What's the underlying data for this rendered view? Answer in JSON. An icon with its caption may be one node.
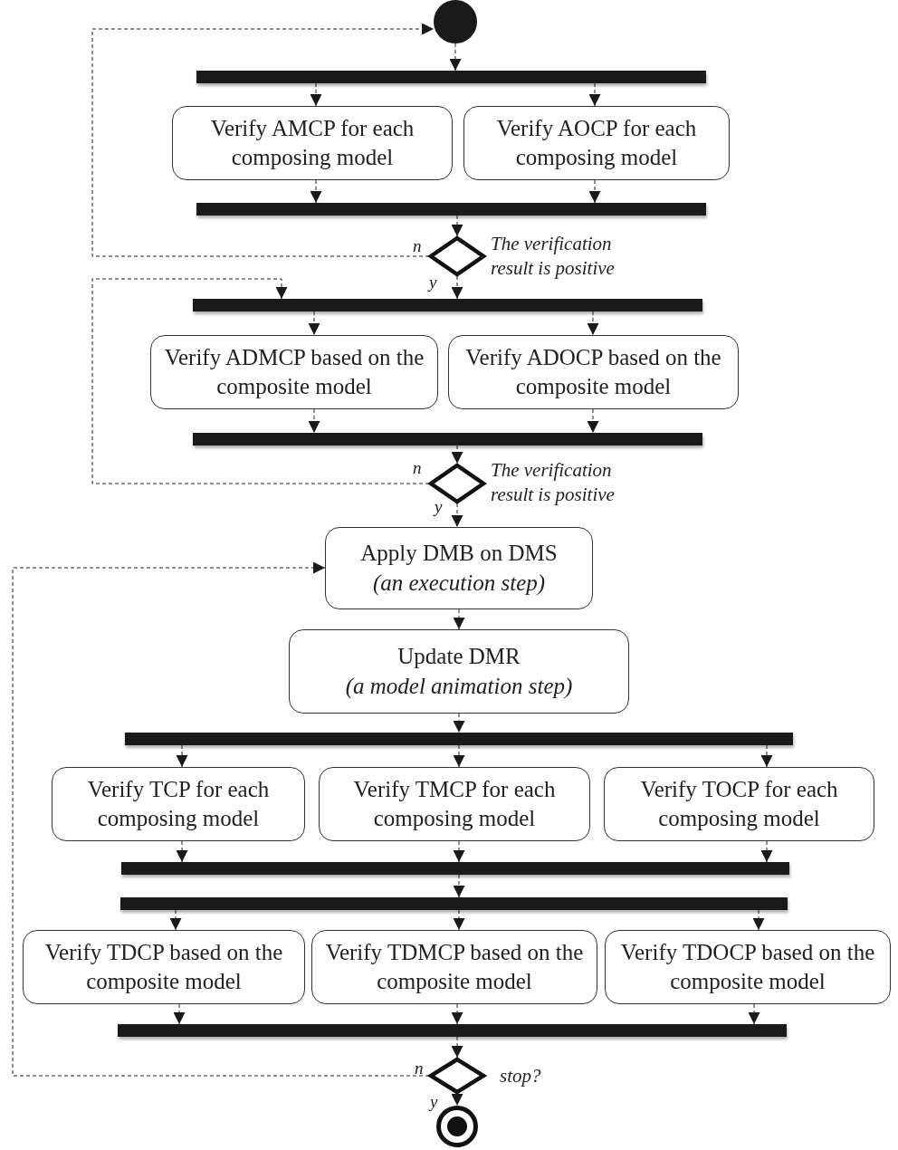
{
  "diagram": {
    "nodes": [
      {
        "text": [],
        "shape": "circle"
      },
      {
        "text": [],
        "shape": "bar"
      },
      {
        "text": [
          "Verify AMCP for each composing model"
        ]
      },
      {
        "text": [
          "Verify AOCP for each composing model"
        ]
      },
      {
        "text": [],
        "shape": "bar"
      },
      {
        "text": [],
        "shape": "diamond",
        "beside": [
          "The verification result is positive"
        ]
      },
      {
        "text": [],
        "shape": "bar"
      },
      {
        "text": [
          "Verify ADMCP based on the composite model"
        ]
      },
      {
        "text": [
          "Verify ADOCP based on the composite model"
        ]
      },
      {
        "text": [],
        "shape": "bar"
      },
      {
        "text": [],
        "shape": "diamond",
        "beside": [
          "The verification result is positive"
        ]
      },
      {
        "text": [
          "Apply DMB on DMS",
          "(an execution step)"
        ]
      },
      {
        "text": [
          "Update DMR",
          "(a model animation step)"
        ]
      },
      {
        "text": [],
        "shape": "bar"
      },
      {
        "text": [
          "Verify TCP for each composing model"
        ]
      },
      {
        "text": [
          "Verify TMCP for each composing model"
        ]
      },
      {
        "text": [
          "Verify TOCP for each composing model"
        ]
      },
      {
        "text": [],
        "shape": "bar"
      },
      {
        "text": [],
        "shape": "bar"
      },
      {
        "text": [
          "Verify TDCP based on the composite model"
        ]
      },
      {
        "text": [
          "Verify TDMCP based on the composite model"
        ]
      },
      {
        "text": [
          "Verify TDOCP based on the composite model"
        ]
      },
      {
        "text": [],
        "shape": "bar"
      },
      {
        "text": [],
        "shape": "diamond",
        "beside": [
          "stop?"
        ]
      },
      {
        "text": [],
        "shape": "circle"
      }
    ],
    "edges": [
      {
        "from": 0,
        "to": 1,
        "arrow": "to"
      },
      {
        "from": 1,
        "to": 2,
        "arrow": "to"
      },
      {
        "from": 1,
        "to": 3,
        "arrow": "to"
      },
      {
        "from": 2,
        "to": 4,
        "arrow": "to"
      },
      {
        "from": 3,
        "to": 4,
        "arrow": "to"
      },
      {
        "from": 4,
        "to": 5,
        "arrow": "to"
      },
      {
        "from": 5,
        "to": 0,
        "arrow": "to",
        "label": "n"
      },
      {
        "from": 5,
        "to": 6,
        "arrow": "to",
        "label": "y"
      },
      {
        "from": 10,
        "to": 6,
        "arrow": "to",
        "label": "n"
      },
      {
        "from": 6,
        "to": 7,
        "arrow": "to"
      },
      {
        "from": 6,
        "to": 8,
        "arrow": "to"
      },
      {
        "from": 7,
        "to": 9,
        "arrow": "to"
      },
      {
        "from": 8,
        "to": 9,
        "arrow": "to"
      },
      {
        "from": 9,
        "to": 10,
        "arrow": "to"
      },
      {
        "from": 10,
        "to": 11,
        "arrow": "to",
        "label": "y"
      },
      {
        "from": 11,
        "to": 12,
        "arrow": "to"
      },
      {
        "from": 12,
        "to": 13,
        "arrow": "to"
      },
      {
        "from": 13,
        "to": 14,
        "arrow": "to"
      },
      {
        "from": 13,
        "to": 15,
        "arrow": "to"
      },
      {
        "from": 13,
        "to": 16,
        "arrow": "to"
      },
      {
        "from": 14,
        "to": 17,
        "arrow": "to"
      },
      {
        "from": 15,
        "to": 17,
        "arrow": "to"
      },
      {
        "from": 16,
        "to": 17,
        "arrow": "to"
      },
      {
        "from": 17,
        "to": 18,
        "arrow": "to"
      },
      {
        "from": 18,
        "to": 19,
        "arrow": "to"
      },
      {
        "from": 18,
        "to": 20,
        "arrow": "to"
      },
      {
        "from": 18,
        "to": 21,
        "arrow": "to"
      },
      {
        "from": 19,
        "to": 22,
        "arrow": "to"
      },
      {
        "from": 20,
        "to": 22,
        "arrow": "to"
      },
      {
        "from": 21,
        "to": 22,
        "arrow": "to"
      },
      {
        "from": 22,
        "to": 23,
        "arrow": "to"
      },
      {
        "from": 23,
        "to": 11,
        "arrow": "to",
        "label": "n"
      },
      {
        "from": 23,
        "to": 24,
        "arrow": "to",
        "label": "y"
      }
    ]
  }
}
